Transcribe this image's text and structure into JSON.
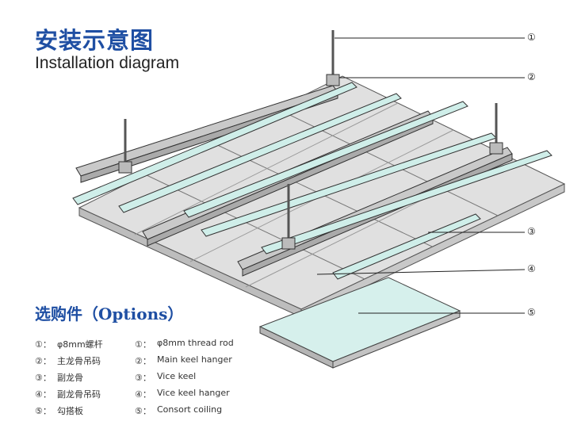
{
  "title_cn": "安装示意图",
  "title_en": "Installation diagram",
  "options_title": "选购件（Options）",
  "callouts": [
    "①",
    "②",
    "③",
    "④",
    "⑤"
  ],
  "options": [
    {
      "num": "①：",
      "cn": "φ8mm螺杆",
      "num_en": "①：",
      "en": "φ8mm thread rod"
    },
    {
      "num": "②：",
      "cn": "主龙骨吊码",
      "num_en": "②：",
      "en": "Main keel hanger"
    },
    {
      "num": "③：",
      "cn": "副龙骨",
      "num_en": "③：",
      "en": "Vice keel"
    },
    {
      "num": "④：",
      "cn": "副龙骨吊码",
      "num_en": "④：",
      "en": "Vice keel hanger"
    },
    {
      "num": "⑤：",
      "cn": "勾搭板",
      "num_en": "⑤：",
      "en": "Consort coiling"
    }
  ],
  "colors": {
    "title_blue": "#1f4fa3",
    "panel_fill": "#dcdcdc",
    "keel_green": "#cfeee9",
    "line": "#333333"
  }
}
